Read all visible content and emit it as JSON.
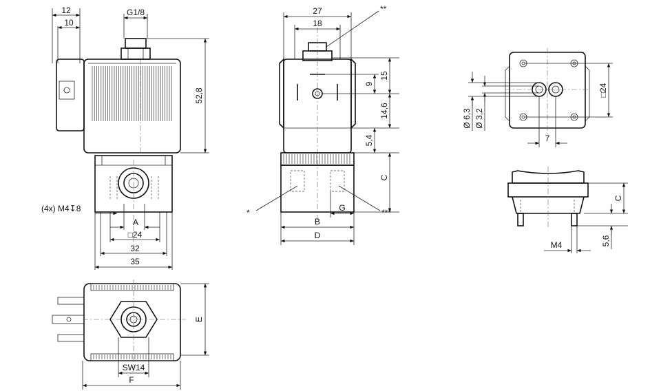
{
  "labels": {
    "d12": "12",
    "d10": "10",
    "g18": "G1/8",
    "d52_8": "52,8",
    "m4x4": "(4x) M4↧8",
    "dA": "A",
    "sq24a": "□24",
    "d32": "32",
    "d35": "35",
    "d27": "27",
    "d18": "18",
    "star2": "**",
    "d15": "15",
    "d9": "9",
    "d14_6": "14,6",
    "d5_4": "5,4",
    "dC1": "C",
    "star1": "*",
    "dG": "G",
    "star3": "***",
    "dB": "B",
    "dD": "D",
    "sq24b": "□24",
    "phi63": "Ø 6,3",
    "phi32": "Ø 3,2",
    "d7": "7",
    "dC2": "C",
    "dM4": "M4",
    "d5_6": "5,6",
    "dE": "E",
    "sw14": "SW14",
    "dF": "F"
  }
}
